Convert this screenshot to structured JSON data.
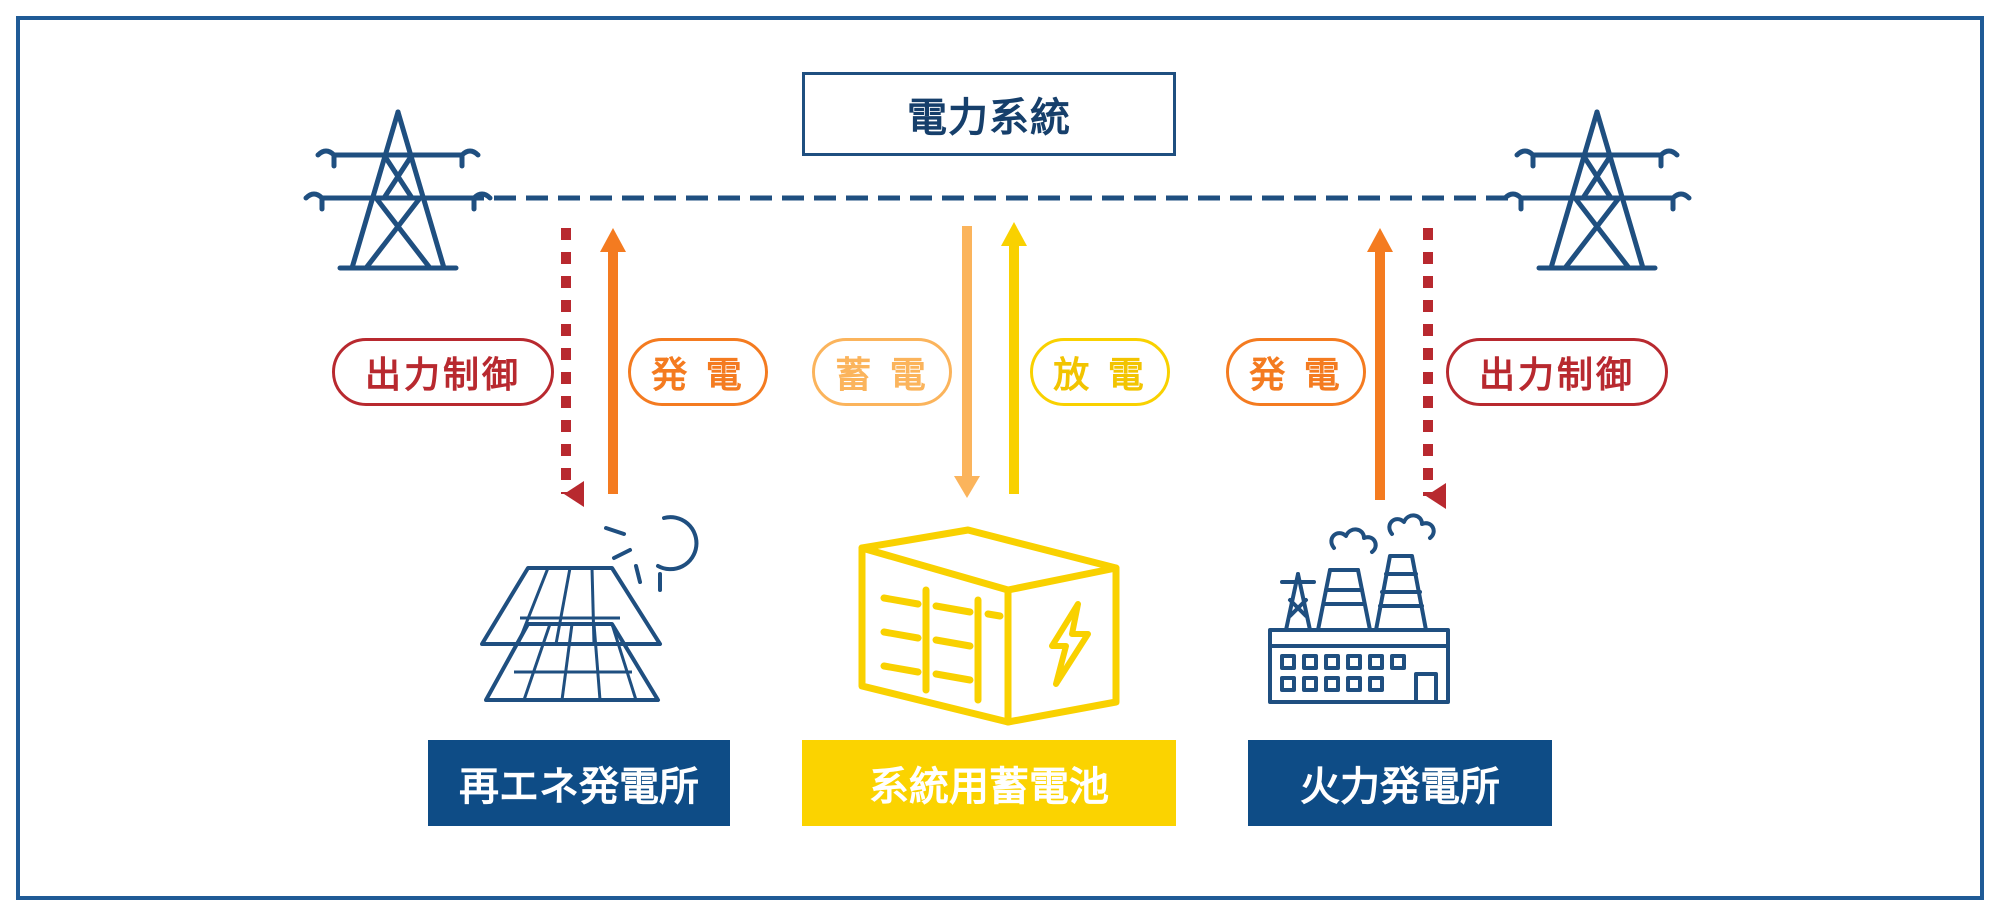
{
  "title": "電力系統",
  "labels": {
    "curtail": "出力制御",
    "generate": "発 電",
    "charge": "蓄 電",
    "discharge": "放 電"
  },
  "facilities": {
    "renewable": "再エネ発電所",
    "battery": "系統用蓄電池",
    "thermal": "火力発電所"
  },
  "colors": {
    "frame": "#1f5b96",
    "navy": "#0e4c86",
    "icon_blue": "#1f4f80",
    "curtail_red": "#b8292f",
    "generate_orange": "#f47b20",
    "charge_orange": "#fbb45c",
    "discharge_yellow": "#f9d100",
    "battery_gold": "#fbd300"
  },
  "icons": [
    "transmission-tower-icon",
    "solar-panel-icon",
    "sun-icon",
    "battery-container-icon",
    "lightning-bolt-icon",
    "thermal-power-plant-icon"
  ]
}
